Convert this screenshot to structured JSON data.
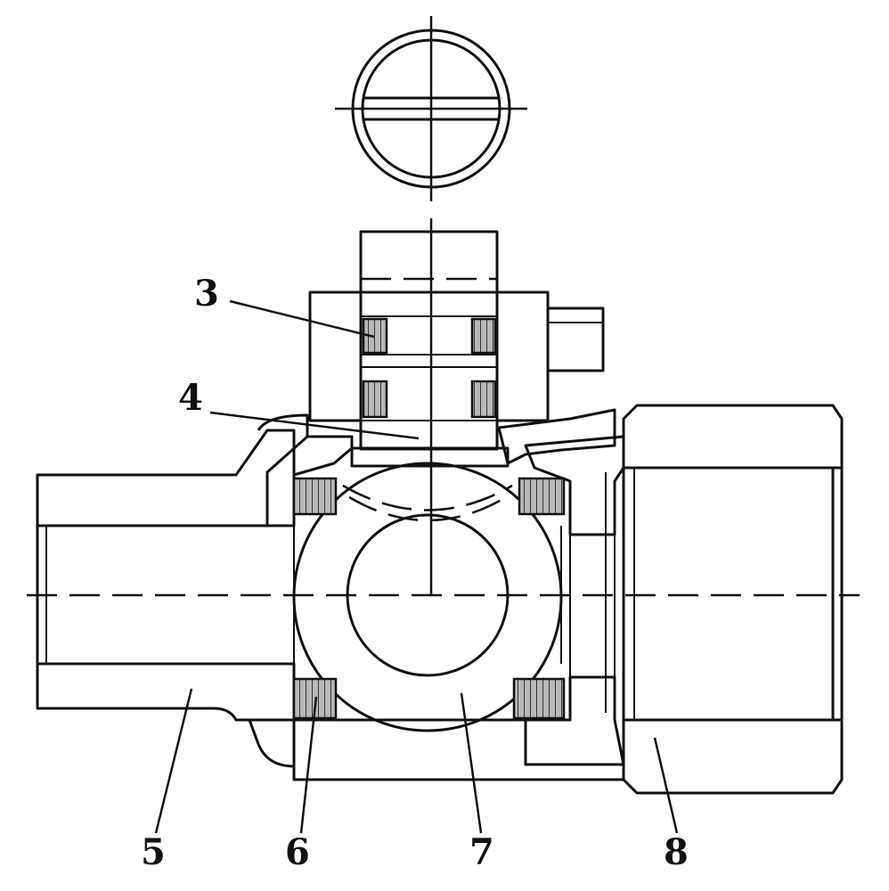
{
  "diagram": {
    "part_labels": [
      "3",
      "4",
      "5",
      "6",
      "7",
      "8"
    ]
  }
}
